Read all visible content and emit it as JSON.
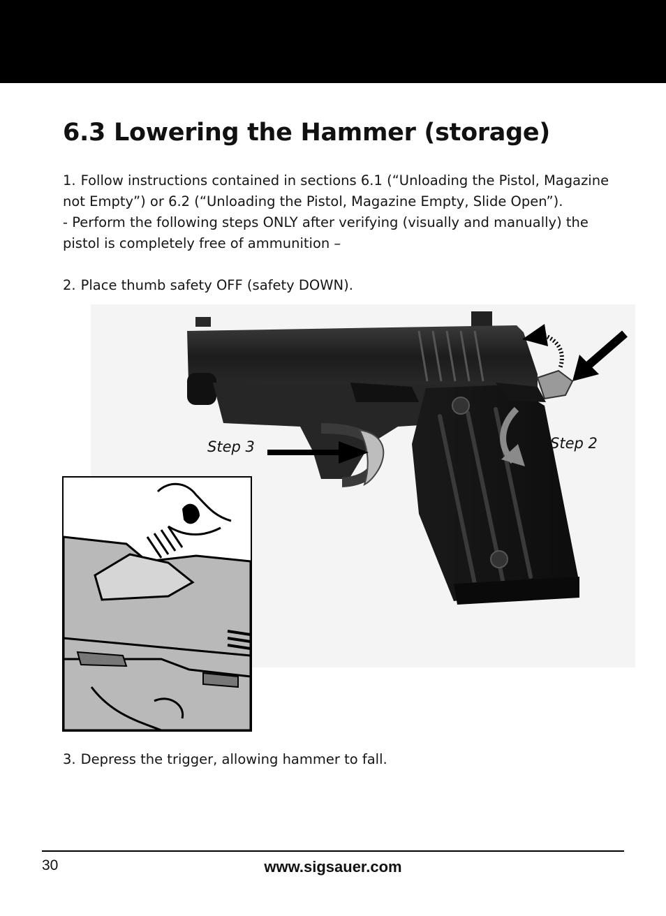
{
  "header": {
    "title": "6.3 Lowering the Hammer (storage)"
  },
  "body": {
    "step1_num": "1.",
    "step1_text": "Follow instructions contained in sections 6.1 (“Unloading the Pistol, Magazine not Empty”) or 6.2 (“Unloading the Pistol, Magazine Empty, Slide Open”).",
    "step1_note": "- Perform the following steps ONLY after verifying (visually and manually) the pistol is completely free of ammunition –",
    "step2_num": "2.",
    "step2_text": "Place thumb safety OFF (safety DOWN).",
    "step3_num": "3.",
    "step3_text": "Depress the trigger, allowing hammer to fall."
  },
  "figure": {
    "label_step3": "Step 3",
    "label_step2": "Step 2"
  },
  "footer": {
    "page_number": "30",
    "url": "www.sigsauer.com"
  }
}
